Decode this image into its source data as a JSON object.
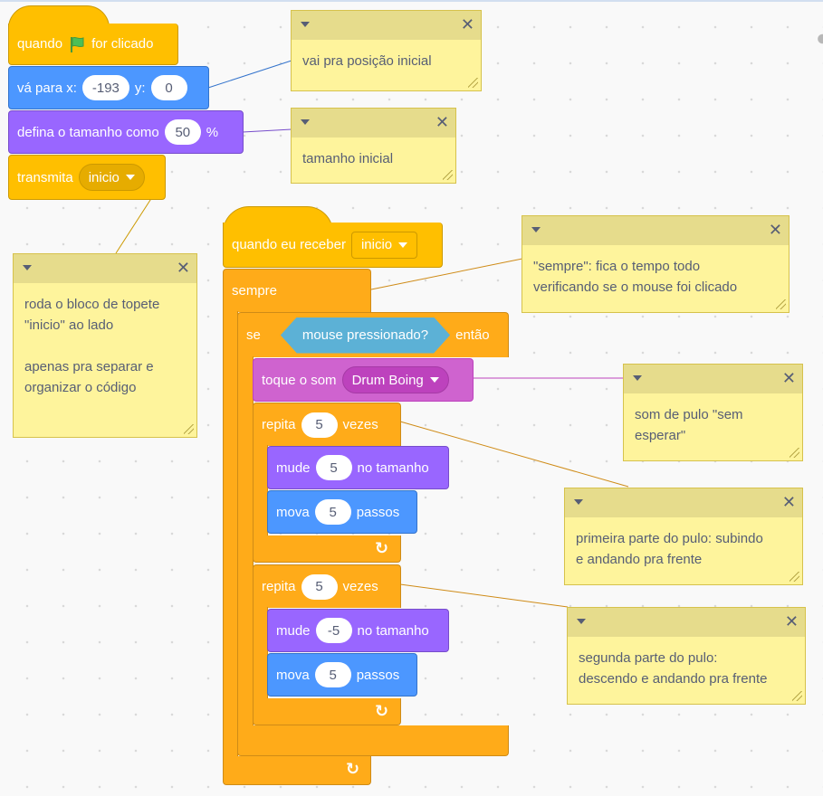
{
  "script1": {
    "hat": {
      "label_before": "quando",
      "label_after": "for clicado",
      "icon": "green-flag-icon"
    },
    "goto": {
      "label": "vá para x:",
      "x": "-193",
      "y_label": "y:",
      "y": "0"
    },
    "size": {
      "label": "defina o tamanho como",
      "value": "50",
      "unit": "%"
    },
    "broadcast": {
      "label": "transmita",
      "message": "inicio"
    }
  },
  "script2": {
    "hat": {
      "label": "quando eu receber",
      "message": "inicio"
    },
    "forever": {
      "label": "sempre"
    },
    "if": {
      "label": "se",
      "condition": "mouse pressionado?",
      "then": "então"
    },
    "sound": {
      "label": "toque o som",
      "sound": "Drum Boing"
    },
    "repeat1": {
      "label": "repita",
      "times": "5",
      "suffix": "vezes",
      "change": {
        "label": "mude",
        "value": "5",
        "suffix": "no tamanho"
      },
      "move": {
        "label": "mova",
        "value": "5",
        "suffix": "passos"
      }
    },
    "repeat2": {
      "label": "repita",
      "times": "5",
      "suffix": "vezes",
      "change": {
        "label": "mude",
        "value": "-5",
        "suffix": "no tamanho"
      },
      "move": {
        "label": "mova",
        "value": "5",
        "suffix": "passos"
      }
    }
  },
  "notes": {
    "n1": "vai pra posição inicial",
    "n2": "tamanho inicial",
    "n3": "roda o bloco de topete\n\"inicio\" ao lado\n\napenas pra separar e\norganizar o código",
    "n4": "\"sempre\": fica o tempo todo\nverificando se o mouse foi clicado",
    "n5": "som de pulo \"sem\nesperar\"",
    "n6": "primeira parte do pulo: subindo\ne andando pra frente",
    "n7": "segunda parte do pulo:\ndescendo e andando pra frente"
  },
  "colors": {
    "events": "#ffbf00",
    "control": "#ffab19",
    "motion": "#4c97ff",
    "looks": "#9966ff",
    "sound": "#cf63cf",
    "sensing": "#5cb1d6",
    "note": "#fef49c"
  }
}
